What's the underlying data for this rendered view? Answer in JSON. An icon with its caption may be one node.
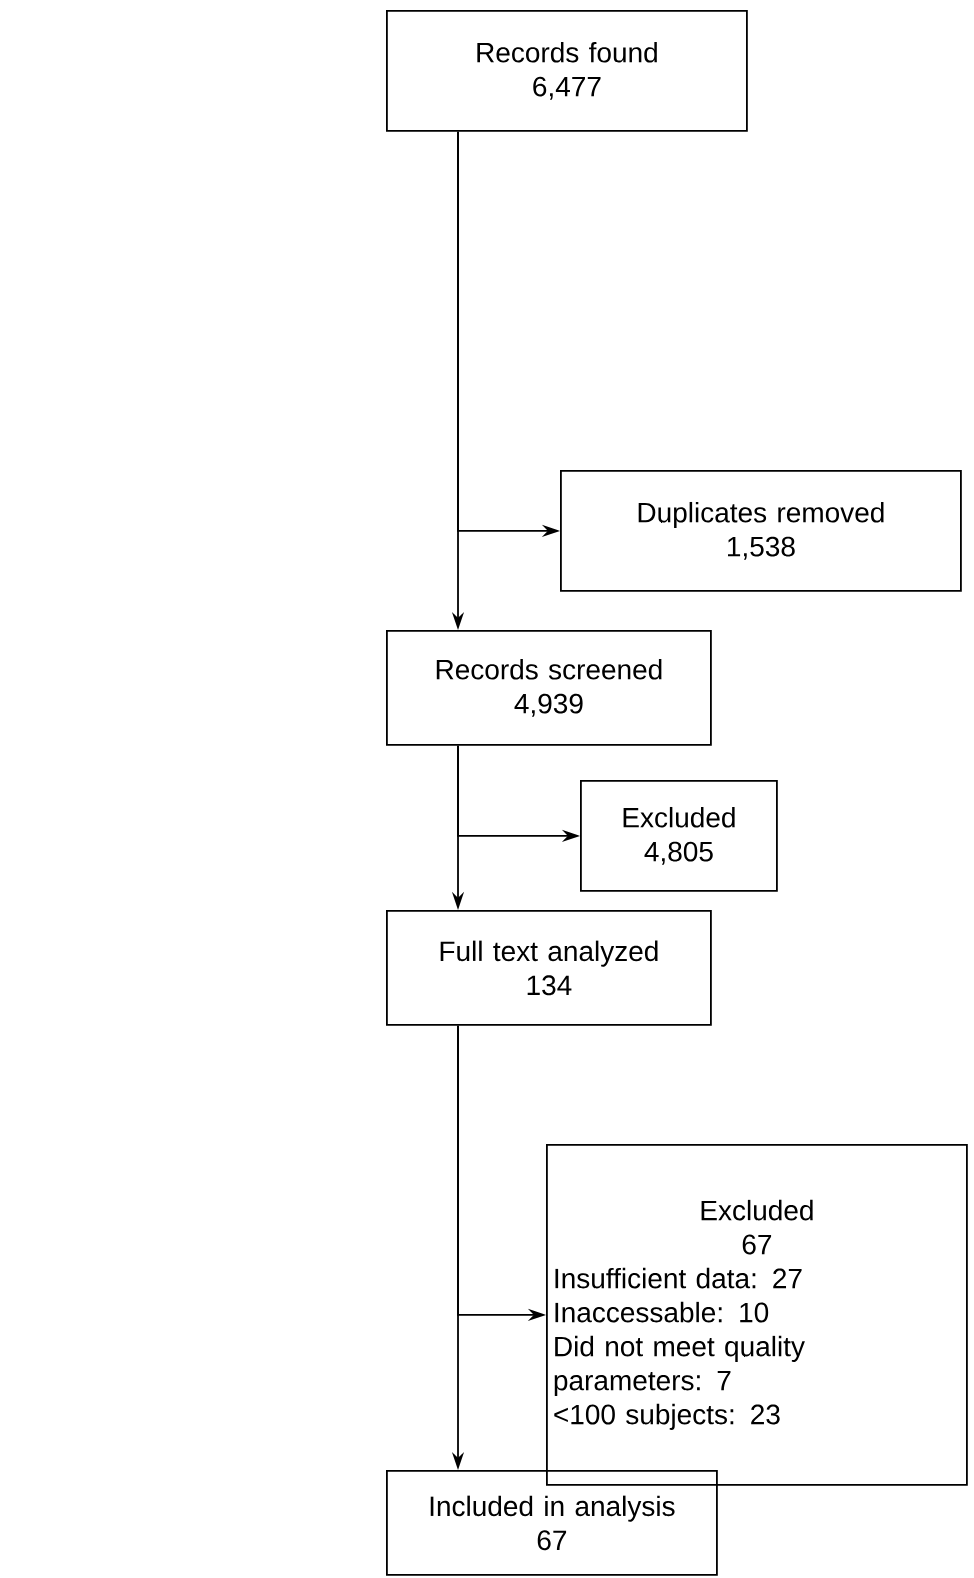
{
  "diagram": {
    "nodes": [
      {
        "text": [
          "Records found",
          "6,477"
        ]
      },
      {
        "text": [
          "Duplicates removed",
          "1,538"
        ]
      },
      {
        "text": [
          "Records screened",
          "4,939"
        ]
      },
      {
        "text": [
          "Excluded",
          "4,805"
        ]
      },
      {
        "text": [
          "Full text analyzed",
          "134"
        ]
      },
      {
        "text": [
          "Excluded",
          "67",
          "Insufficient data: 27",
          "Inaccessable: 10",
          "Did not meet quality parameters: 7",
          "<100 subjects: 23"
        ]
      },
      {
        "text": [
          "Included in analysis",
          "67"
        ]
      }
    ],
    "edges": [
      {
        "from": 0,
        "to": 2,
        "arrow": "to"
      },
      {
        "from": 0,
        "to": 1,
        "arrow": "to"
      },
      {
        "from": 2,
        "to": 4,
        "arrow": "to"
      },
      {
        "from": 2,
        "to": 3,
        "arrow": "to"
      },
      {
        "from": 4,
        "to": 6,
        "arrow": "to"
      },
      {
        "from": 4,
        "to": 5,
        "arrow": "to"
      }
    ]
  }
}
